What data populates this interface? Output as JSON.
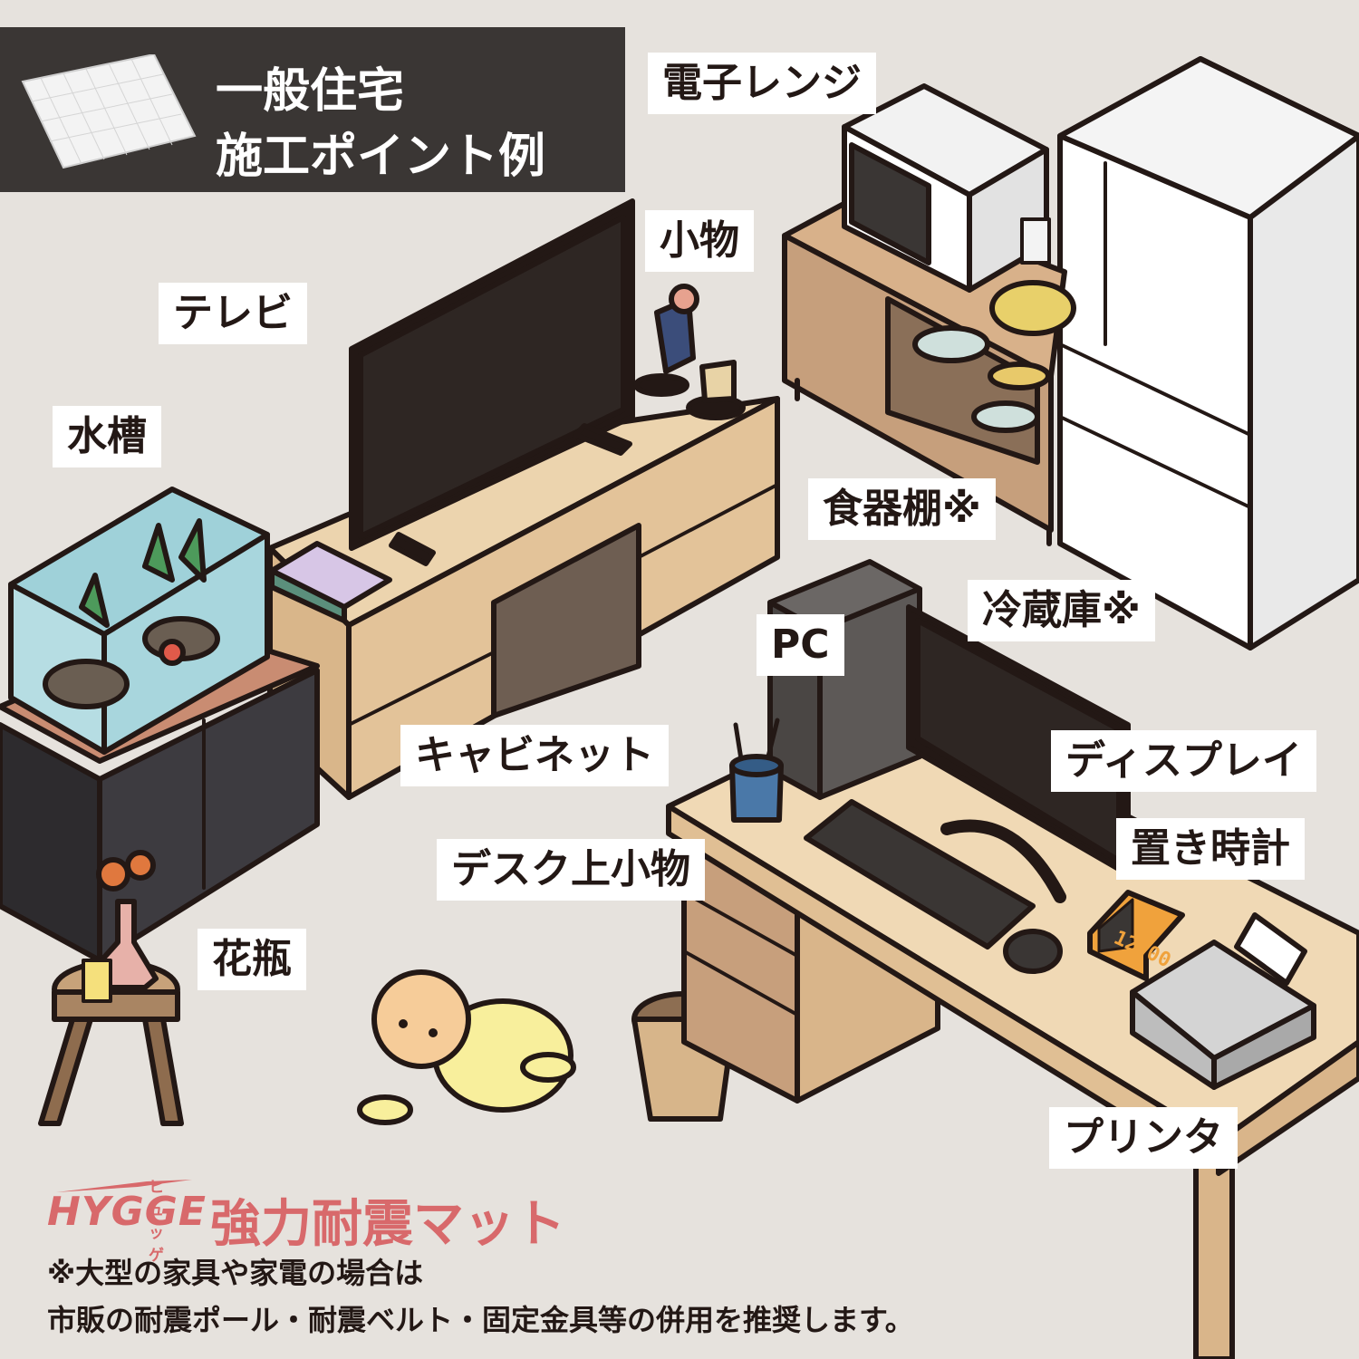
{
  "header": {
    "title_line1": "一般住宅",
    "title_line2": "施工ポイント例"
  },
  "labels": {
    "microwave": "電子レンジ",
    "small_items": "小物",
    "tv": "テレビ",
    "aquarium": "水槽",
    "cupboard": "食器棚※",
    "refrigerator": "冷蔵庫※",
    "pc": "PC",
    "cabinet": "キャビネット",
    "display": "ディスプレイ",
    "table_clock": "置き時計",
    "desk_items": "デスク上小物",
    "vase": "花瓶",
    "printer": "プリンタ"
  },
  "clock": {
    "time": "12:00"
  },
  "brand": {
    "name": "HYGGE",
    "name_kana": "ヒュッゲ",
    "product": "強力耐震マット"
  },
  "notes": {
    "line1": "※大型の家具や家電の場合は",
    "line2": "市販の耐震ポール・耐震ベルト・固定金具等の併用を推奨します。"
  },
  "colors": {
    "background": "#e6e2dd",
    "title_bg": "#3a3634",
    "brand": "#d8696b",
    "wood_light": "#ecd4ae",
    "wood_mid": "#d8b18a",
    "outline": "#231815"
  }
}
